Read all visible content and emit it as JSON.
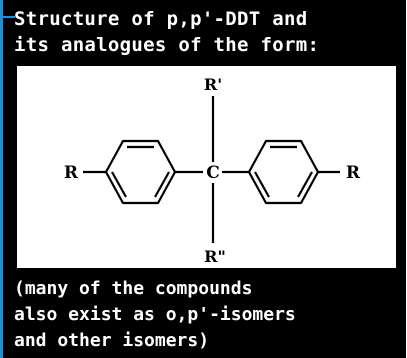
{
  "title_lines": [
    "Structure of p,p'-DDT and",
    "its analogues of the form:"
  ],
  "structure": {
    "top_substituent": "R'",
    "bottom_substituent": "R\"",
    "left_substituent": "R",
    "right_substituent": "R",
    "center_atom": "C"
  },
  "caption_lines": [
    "(many of the compounds",
    "also exist as o,p'-isomers",
    "and other isomers)"
  ],
  "colors": {
    "background": "#000000",
    "panel": "#ffffff",
    "accent": "#1f8fd6"
  }
}
